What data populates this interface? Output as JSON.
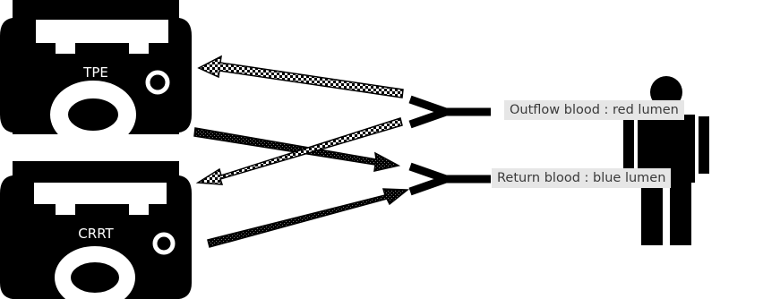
{
  "devices": {
    "tpe": {
      "label": "TPE"
    },
    "crrt": {
      "label": "CRRT"
    }
  },
  "lumens": {
    "outflow": "Outflow blood : red lumen",
    "return": "Return blood : blue lumen"
  },
  "colors": {
    "device_fill": "#000000",
    "label_box": "#e6e6e6",
    "background": "#ffffff"
  }
}
